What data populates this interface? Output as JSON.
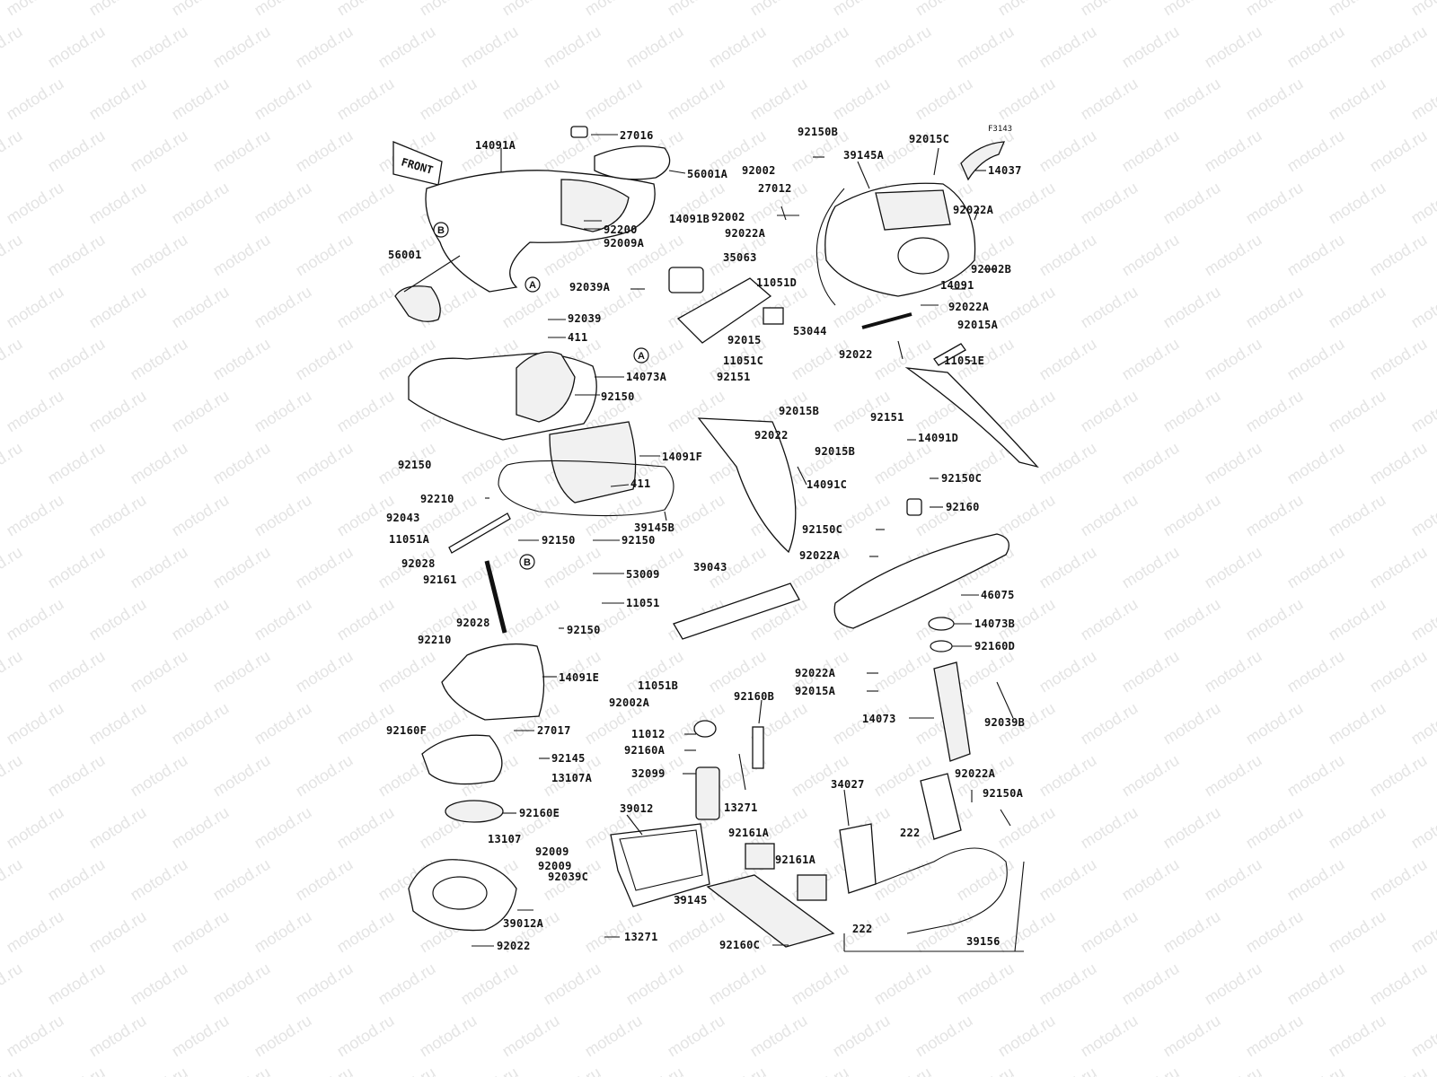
{
  "diagram": {
    "watermark": "motod.ru",
    "figure_code": "F3143",
    "front_arrow_label": "FRONT",
    "callout_a": "A",
    "callout_b": "B",
    "labels": {
      "27016": "27016",
      "14091A": "14091A",
      "56001A": "56001A",
      "92200": "92200",
      "92009A": "92009A",
      "56001": "56001",
      "14091B": "14091B",
      "35063": "35063",
      "11051D": "11051D",
      "92039A": "92039A",
      "92039": "92039",
      "411a": "411",
      "14073A": "14073A",
      "92015": "92015",
      "11051C": "11051C",
      "92150a": "92150",
      "92150b": "92150",
      "14091F": "14091F",
      "411b": "411",
      "92210a": "92210",
      "92043": "92043",
      "11051A": "11051A",
      "92150c": "92150",
      "92150d": "92150",
      "39145B": "39145B",
      "92028a": "92028",
      "92161": "92161",
      "53009": "53009",
      "11051": "11051",
      "92150e": "92150",
      "39043": "39043",
      "92028b": "92028",
      "92210b": "92210",
      "14091E": "14091E",
      "11051B": "11051B",
      "92002A": "92002A",
      "92160F": "92160F",
      "27017": "27017",
      "92145": "92145",
      "13107A": "13107A",
      "92160E": "92160E",
      "13107": "13107",
      "92009a": "92009",
      "92009b": "92009",
      "39012A": "39012A",
      "92022d": "92022",
      "92150B": "92150B",
      "39145A": "39145A",
      "92015C": "92015C",
      "14037": "14037",
      "92002a": "92002",
      "27012": "27012",
      "92002b": "92002",
      "92022A1": "92022A",
      "92022A2": "92022A",
      "92002B": "92002B",
      "14091": "14091",
      "92022A3": "92022A",
      "53044": "53044",
      "92015A": "92015A",
      "11051E": "11051E",
      "92022a": "92022",
      "92151a": "92151",
      "92015Ba": "92015B",
      "92022b": "92022",
      "92151b": "92151",
      "92015Bb": "92015B",
      "14091D": "14091D",
      "14091C": "14091C",
      "92150C1": "92150C",
      "92160": "92160",
      "92150C2": "92150C",
      "92022A4": "92022A",
      "46075": "46075",
      "14073B": "14073B",
      "92160D": "92160D",
      "92022A5": "92022A",
      "92015Ab": "92015A",
      "14073": "14073",
      "92039B": "92039B",
      "92160B": "92160B",
      "11012": "11012",
      "92160A": "92160A",
      "32099": "32099",
      "13271a": "13271",
      "39012": "39012",
      "92039C": "92039C",
      "39145": "39145",
      "13271b": "13271",
      "92161A1": "92161A",
      "92161A2": "92161A",
      "92160C": "92160C",
      "34027": "34027",
      "92022A6": "92022A",
      "92150A": "92150A",
      "222a": "222",
      "222b": "222",
      "39156": "39156"
    }
  }
}
